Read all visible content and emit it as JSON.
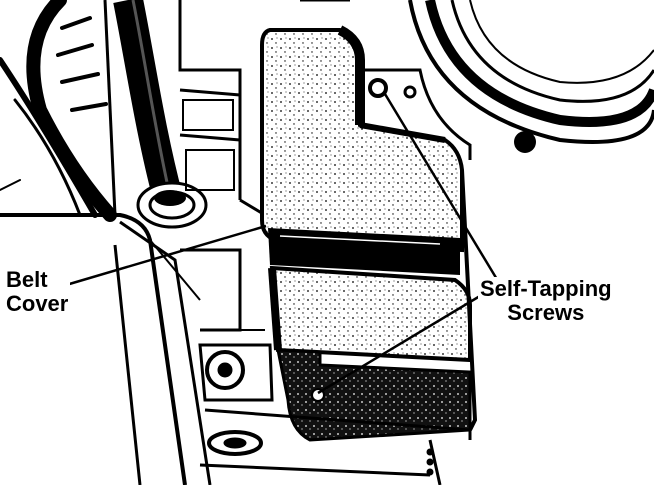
{
  "diagram": {
    "callouts": {
      "belt_cover": {
        "lines": [
          "Belt",
          "Cover"
        ]
      },
      "self_tapping_screws": {
        "lines": [
          "Self-Tapping",
          "Screws"
        ]
      }
    }
  },
  "colors": {
    "ink": "#000000",
    "paper": "#ffffff",
    "shade": "#1a1a1a"
  }
}
